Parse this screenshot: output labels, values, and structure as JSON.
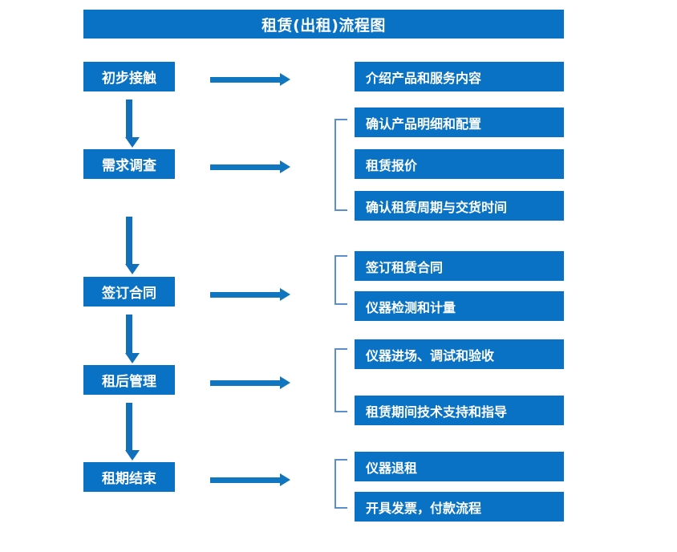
{
  "diagram": {
    "title": "租赁(出租)流程图",
    "accent_color": "#0A72C4",
    "arrow_color": "#1076C0",
    "bracket_color": "#5B8FC9",
    "text_color": "#FFFFFF",
    "background_color": "#FFFFFF"
  },
  "stages": [
    {
      "id": "stage-1",
      "label": "初步接触"
    },
    {
      "id": "stage-2",
      "label": "需求调查"
    },
    {
      "id": "stage-3",
      "label": "签订合同"
    },
    {
      "id": "stage-4",
      "label": "租后管理"
    },
    {
      "id": "stage-5",
      "label": "租期结束"
    }
  ],
  "tasks": [
    {
      "id": "task-1",
      "label": "介绍产品和服务内容",
      "stage": "stage-1"
    },
    {
      "id": "task-2",
      "label": "确认产品明细和配置",
      "stage": "stage-2"
    },
    {
      "id": "task-3",
      "label": "租赁报价",
      "stage": "stage-2"
    },
    {
      "id": "task-4",
      "label": "确认租赁周期与交货时间",
      "stage": "stage-2"
    },
    {
      "id": "task-5",
      "label": "签订租赁合同",
      "stage": "stage-3"
    },
    {
      "id": "task-6",
      "label": "仪器检测和计量",
      "stage": "stage-3"
    },
    {
      "id": "task-7",
      "label": "仪器进场、调试和验收",
      "stage": "stage-4"
    },
    {
      "id": "task-8",
      "label": "租赁期间技术支持和指导",
      "stage": "stage-4"
    },
    {
      "id": "task-9",
      "label": "仪器退租",
      "stage": "stage-5"
    },
    {
      "id": "task-10",
      "label": "开具发票，付款流程",
      "stage": "stage-5"
    }
  ]
}
